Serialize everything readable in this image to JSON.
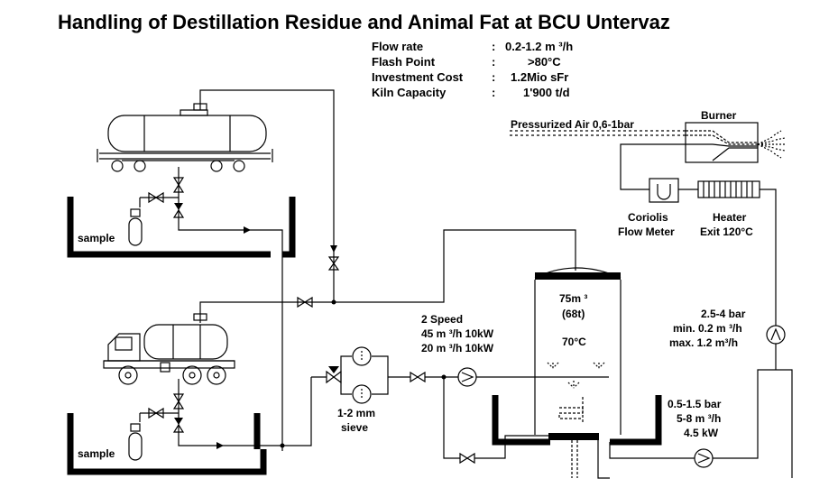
{
  "title": "Handling of Destillation Residue and Animal Fat at BCU  Untervaz",
  "specs": [
    {
      "label": "Flow rate",
      "sep": ":",
      "value": "0.2-1.2 m ³/h"
    },
    {
      "label": "Flash Point",
      "sep": ":",
      "value": ">80°C"
    },
    {
      "label": "Investment Cost",
      "sep": ":",
      "value": "1.2Mio sFr"
    },
    {
      "label": "Kiln Capacity",
      "sep": ":",
      "value": "1'900 t/d"
    }
  ],
  "labels": {
    "air": "Pressurized Air 0,6-1bar",
    "burner": "Burner",
    "coriolis": [
      "Coriolis",
      "Flow Meter"
    ],
    "heater": [
      "Heater",
      "Exit 120°C"
    ],
    "tank": [
      "75m ³",
      "(68t)",
      "70°C"
    ],
    "pump_speed": [
      "2 Speed",
      "45 m ³/h  10kW",
      "20 m ³/h  10kW"
    ],
    "sieve": [
      "1-2 mm",
      "sieve"
    ],
    "feed_pump": [
      "2.5-4 bar",
      "min. 0.2 m ³/h",
      "max. 1.2  m³/h"
    ],
    "circ_pump": [
      "0.5-1.5 bar",
      "5-8 m ³/h",
      "4.5 kW"
    ],
    "sample_top": "sample",
    "sample_bottom": "sample"
  }
}
